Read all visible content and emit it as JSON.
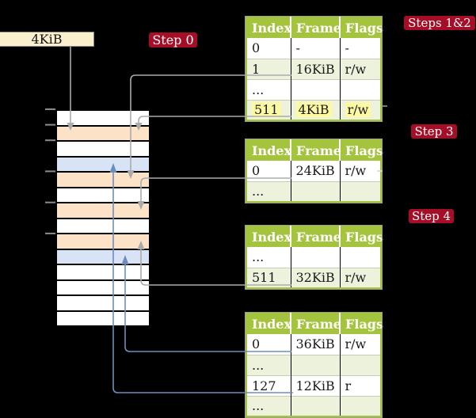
{
  "labels": {
    "frame_size_box": "4KiB",
    "step0": "Step 0",
    "steps12": "Steps 1&2",
    "step3": "Step 3",
    "step4": "Step 4"
  },
  "colors": {
    "background": "#000000",
    "badge_red": "#a60e28",
    "table_header_green": "#a5c43d",
    "table_row_green": "#edf2dc",
    "frame_fills": {
      "white": "#ffffff",
      "peach": "#fce3c8",
      "blue": "#d8e4f5"
    },
    "frame_size_box_fill": "#fbf0cd",
    "highlight_yellow": "#fdf9a3",
    "gray_arrow": "#ababab",
    "blue_arrow": "#6d8ebd"
  },
  "memory_column": {
    "rows": [
      "white",
      "peach",
      "white",
      "blue",
      "peach",
      "white",
      "peach",
      "white",
      "peach",
      "blue",
      "white",
      "white",
      "white",
      "white"
    ]
  },
  "tables": [
    {
      "name": "page-table-steps-1-2",
      "headers": [
        "Index",
        "Frame",
        "Flags"
      ],
      "rows": [
        {
          "cells": [
            "0",
            "-",
            "-"
          ]
        },
        {
          "cells": [
            "1",
            "16KiB",
            "r/w"
          ]
        },
        {
          "cells": [
            "...",
            "",
            ""
          ]
        },
        {
          "cells": [
            "511",
            "4KiB",
            "r/w"
          ]
        }
      ]
    },
    {
      "name": "page-table-step-3",
      "headers": [
        "Index",
        "Frame",
        "Flags"
      ],
      "rows": [
        {
          "cells": [
            "0",
            "24KiB",
            "r/w"
          ]
        },
        {
          "cells": [
            "...",
            "",
            ""
          ]
        }
      ]
    },
    {
      "name": "page-table-step-4",
      "headers": [
        "Index",
        "Frame",
        "Flags"
      ],
      "rows": [
        {
          "cells": [
            "...",
            "",
            ""
          ]
        },
        {
          "cells": [
            "511",
            "32KiB",
            "r/w"
          ]
        }
      ]
    },
    {
      "name": "page-table-bottom",
      "headers": [
        "Index",
        "Frame",
        "Flags"
      ],
      "rows": [
        {
          "cells": [
            "0",
            "36KiB",
            "r/w"
          ]
        },
        {
          "cells": [
            "...",
            "",
            ""
          ]
        },
        {
          "cells": [
            "127",
            "12KiB",
            "r"
          ]
        },
        {
          "cells": [
            "...",
            "",
            ""
          ]
        }
      ]
    }
  ]
}
